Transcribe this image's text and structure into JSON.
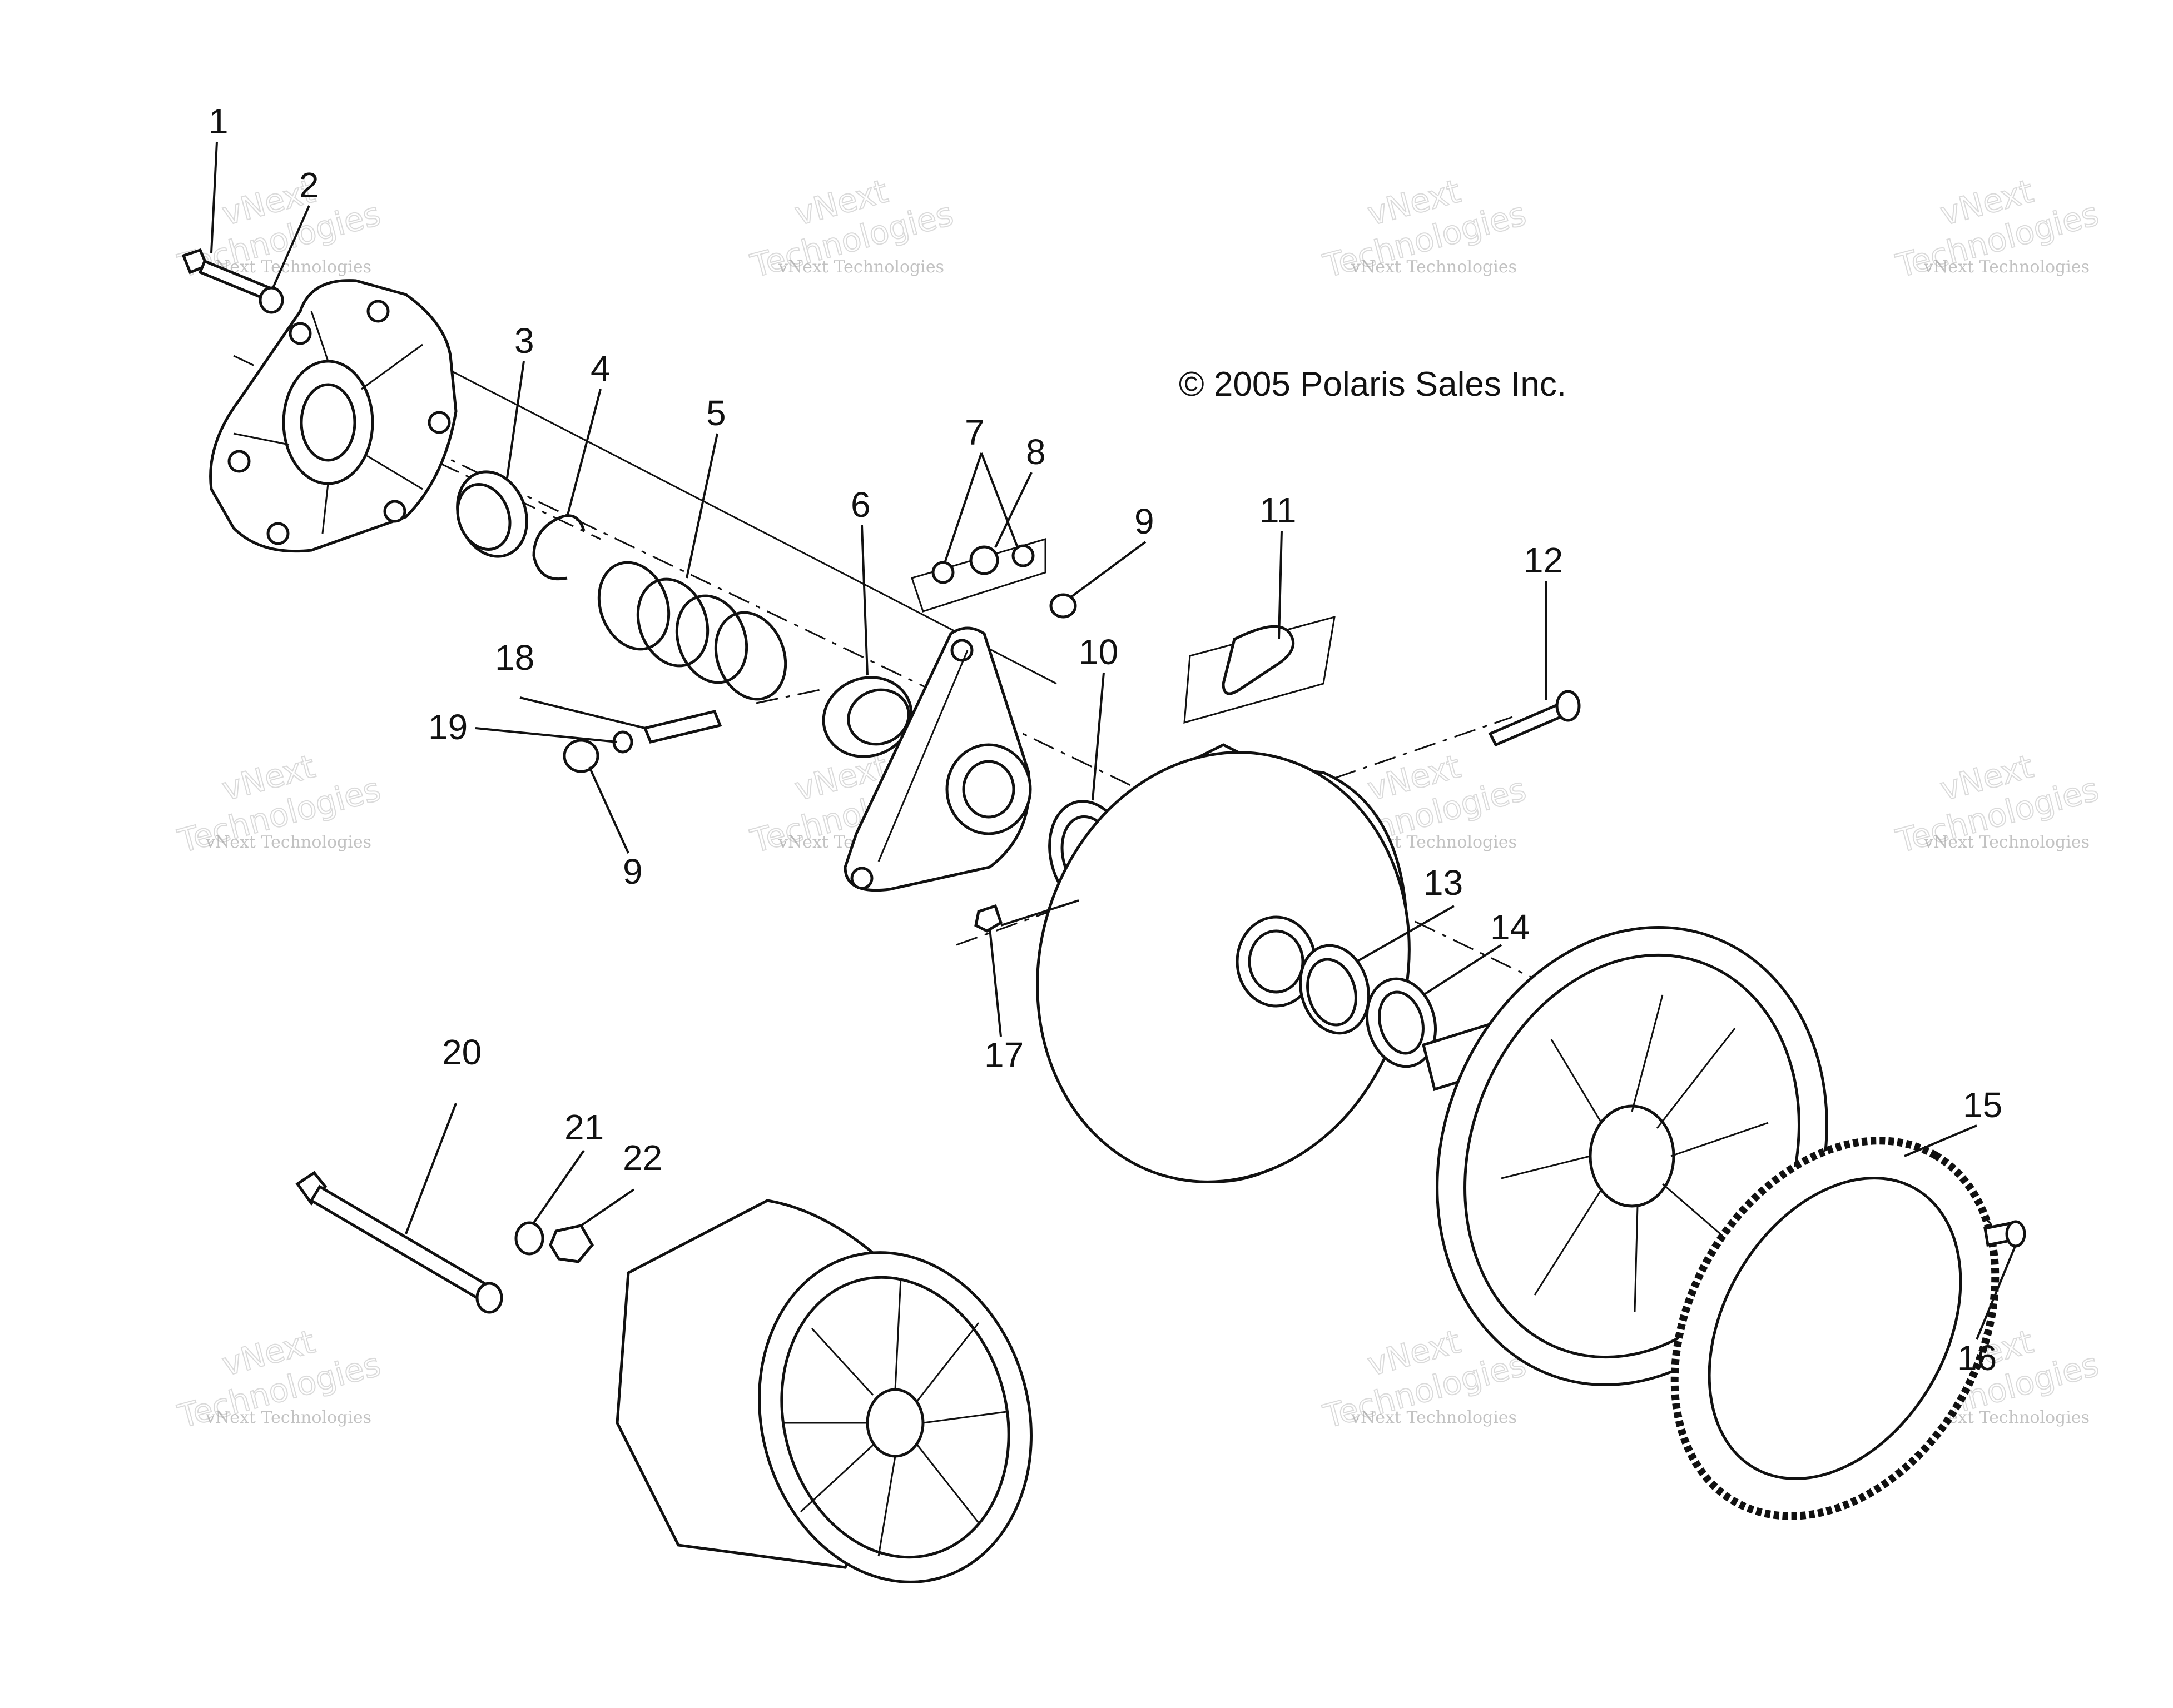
{
  "copyright": "© 2005 Polaris Sales Inc.",
  "watermark": {
    "line1": "vNext Technologies",
    "line2": "vNext",
    "line3": "Technologies"
  },
  "callouts": [
    "1",
    "2",
    "3",
    "4",
    "5",
    "6",
    "7",
    "8",
    "9",
    "9",
    "10",
    "11",
    "12",
    "13",
    "14",
    "15",
    "16",
    "17",
    "18",
    "19",
    "20",
    "21",
    "22"
  ]
}
